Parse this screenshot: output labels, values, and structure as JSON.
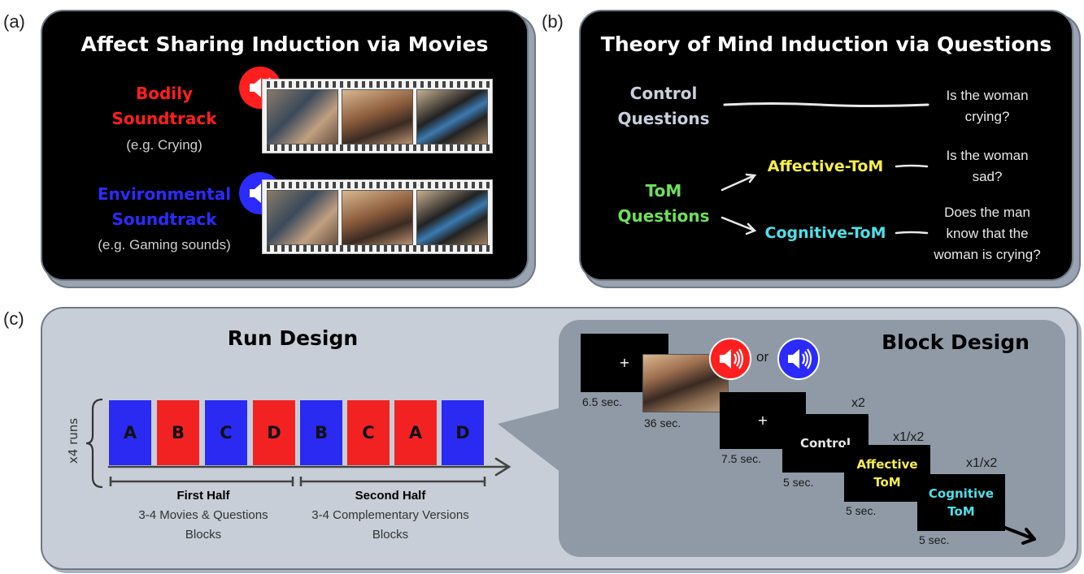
{
  "panel_a": {
    "letter": "(a)",
    "title": "Affect Sharing Induction via Movies",
    "bodily": {
      "line1": "Bodily",
      "line2": "Soundtrack",
      "example": "(e.g. Crying)",
      "color": "#ff1f1f",
      "icon": "speaker-icon"
    },
    "environmental": {
      "line1": "Environmental",
      "line2": "Soundtrack",
      "example": "(e.g. Gaming sounds)",
      "color": "#2b2bff",
      "icon": "speaker-icon"
    }
  },
  "panel_b": {
    "letter": "(b)",
    "title": "Theory of Mind Induction via Questions",
    "control": {
      "line1": "Control",
      "line2": "Questions",
      "question_line1": "Is the woman",
      "question_line2": "crying?",
      "color": "#c8d0dc"
    },
    "tom": {
      "line1": "ToM",
      "line2": "Questions",
      "color": "#6ee05a"
    },
    "affective": {
      "label": "Affective-ToM",
      "question_line1": "Is the woman",
      "question_line2": "sad?",
      "color": "#f5ef4a"
    },
    "cognitive": {
      "label": "Cognitive-ToM",
      "question_line1": "Does the man",
      "question_line2": "know that the",
      "question_line3": "woman is crying?",
      "color": "#4ee0e8"
    }
  },
  "panel_c": {
    "letter": "(c)",
    "run_design": {
      "title": "Run Design",
      "repeat_label": "x4 runs",
      "blocks": [
        "A",
        "B",
        "C",
        "D",
        "B",
        "C",
        "A",
        "D"
      ],
      "block_colors": [
        "blue",
        "red",
        "blue",
        "red",
        "blue",
        "red",
        "red",
        "blue"
      ],
      "first_half": {
        "title": "First Half",
        "line1": "3-4 Movies & Questions",
        "line2": "Blocks"
      },
      "second_half": {
        "title": "Second Half",
        "line1": "3-4 Complementary Versions",
        "line2": "Blocks"
      }
    },
    "block_design": {
      "title": "Block Design",
      "fixation1": {
        "symbol": "+",
        "duration": "6.5 sec."
      },
      "movie": {
        "duration": "36 sec."
      },
      "or_label": "or",
      "fixation2": {
        "symbol": "+",
        "duration": "7.5 sec."
      },
      "control": {
        "label": "Control",
        "duration": "5 sec.",
        "repeat": "x2"
      },
      "affective": {
        "line1": "Affective",
        "line2": "ToM",
        "duration": "5 sec.",
        "repeat": "x1/x2",
        "color": "#f5ef4a"
      },
      "cognitive": {
        "line1": "Cognitive",
        "line2": "ToM",
        "duration": "5 sec.",
        "repeat": "x1/x2",
        "color": "#4ee0e8"
      }
    }
  }
}
